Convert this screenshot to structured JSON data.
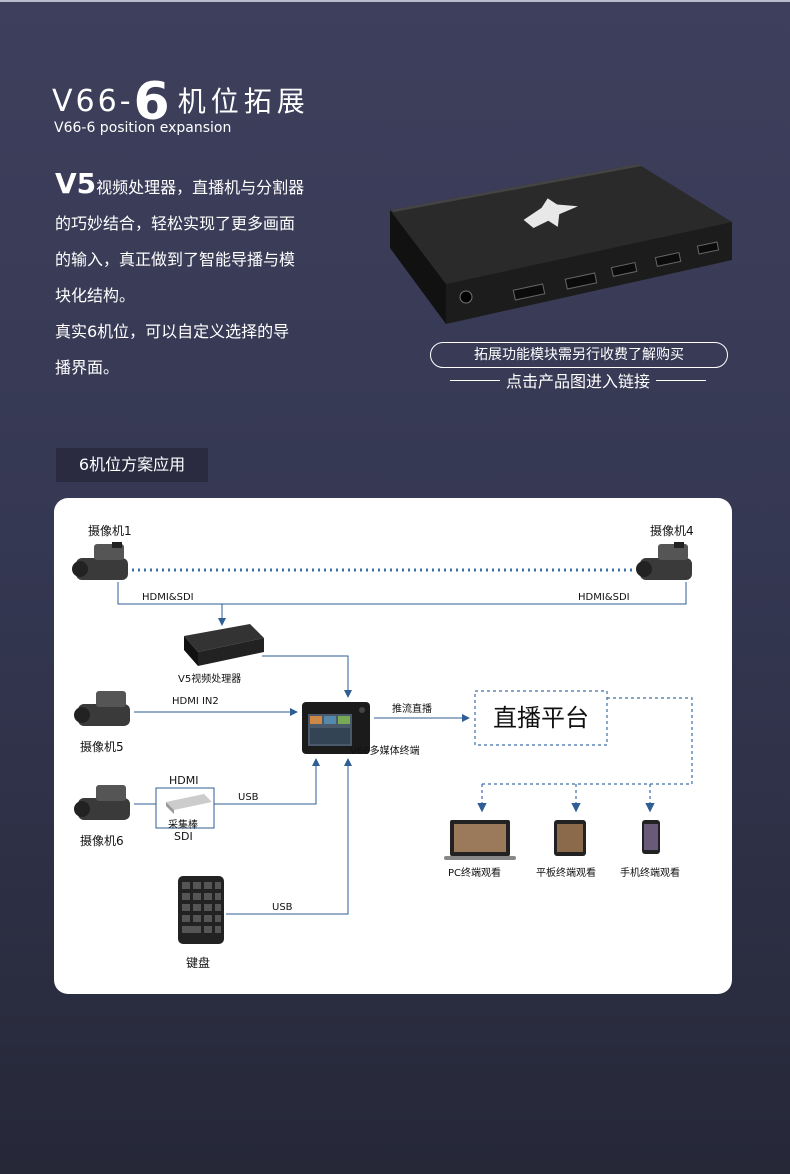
{
  "header": {
    "title_prefix": "V66-",
    "title_number": "6",
    "title_cn": "机位拓展",
    "subtitle": "V66-6 position expansion"
  },
  "description": {
    "lead": "V5",
    "lines": [
      "视频处理器，直播机与分割器",
      "的巧妙结合，轻松实现了更多画面",
      "的输入，真正做到了智能导播与模",
      "块化结构。",
      "真实6机位，可以自定义选择的导",
      "播界面。"
    ]
  },
  "product": {
    "pill_text": "拓展功能模块需另行收费了解购买",
    "click_text": "点击产品图进入链接"
  },
  "section": {
    "title": "6机位方案应用"
  },
  "diagram": {
    "camera1": "摄像机1",
    "camera4": "摄像机4",
    "hdmi_sdi_left": "HDMI&SDI",
    "hdmi_sdi_right": "HDMI&SDI",
    "v5_label": "V5视频处理器",
    "hdmi_in2": "HDMI IN2",
    "camera5": "摄像机5",
    "hdmi": "HDMI",
    "capture": "采集棒",
    "sdi": "SDI",
    "usb_capture": "USB",
    "camera6": "摄像机6",
    "usb_keyboard": "USB",
    "keyboard": "键盘",
    "push_stream": "推流直播",
    "v66_label": "V66多媒体终端",
    "platform": "直播平台",
    "pc": "PC终端观看",
    "tablet": "平板终端观看",
    "phone": "手机终端观看"
  },
  "colors": {
    "line_blue": "#2f5e96",
    "dash_blue": "#3e6fa6",
    "background_top": "#3e3f5c",
    "background_bottom": "#262838"
  }
}
